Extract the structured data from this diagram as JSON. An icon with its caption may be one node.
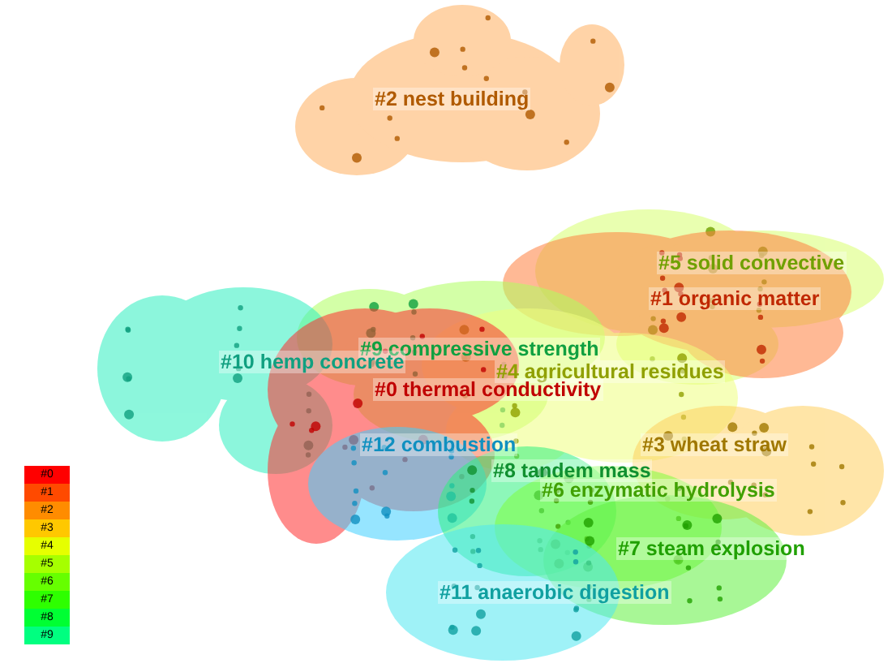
{
  "diagram": {
    "labels": [
      "#2 nest building",
      "#5 solid convective",
      "#1 organic matter",
      "#9 compressive strength",
      "#10 hemp concrete",
      "#4 agricultural residues",
      "#0 thermal conductivity",
      "#3 wheat straw",
      "#12 combustion",
      "#8 tandem mass",
      "#6 enzymatic hydrolysis",
      "#7 steam explosion",
      "#11 anaerobic digestion"
    ],
    "legend": [
      {
        "text": "#0",
        "color": "#ff0000"
      },
      {
        "text": "#1",
        "color": "#ff4a00"
      },
      {
        "text": "#2",
        "color": "#ff8c00"
      },
      {
        "text": "#3",
        "color": "#ffc800"
      },
      {
        "text": "#4",
        "color": "#e6ff00"
      },
      {
        "text": "#5",
        "color": "#a6ff00"
      },
      {
        "text": "#6",
        "color": "#66ff00"
      },
      {
        "text": "#7",
        "color": "#2eff00"
      },
      {
        "text": "#8",
        "color": "#00ff33"
      },
      {
        "text": "#9",
        "color": "#00ff80"
      }
    ]
  }
}
